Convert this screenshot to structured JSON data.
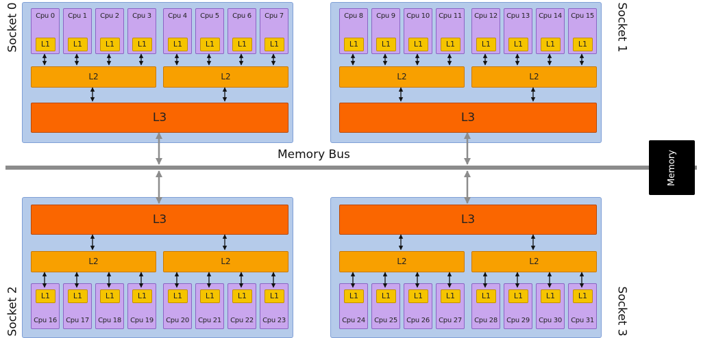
{
  "memory_bus_label": "Memory Bus",
  "memory_label": "Memory",
  "l1_label": "L1",
  "l2_label": "L2",
  "l3_label": "L3",
  "colors": {
    "socket_fill": "#b5cbea",
    "cpu_fill": "#c9a6ee",
    "l1_fill": "#f5c400",
    "l2_fill": "#f8a000",
    "l3_fill": "#fa6600",
    "bus": "#8c8c8c",
    "memory_fill": "#000000"
  },
  "sockets": [
    {
      "label": "Socket 0",
      "cpus": [
        "Cpu 0",
        "Cpu 1",
        "Cpu 2",
        "Cpu 3",
        "Cpu 4",
        "Cpu 5",
        "Cpu 6",
        "Cpu 7"
      ]
    },
    {
      "label": "Socket 1",
      "cpus": [
        "Cpu 8",
        "Cpu 9",
        "Cpu 10",
        "Cpu 11",
        "Cpu 12",
        "Cpu 13",
        "Cpu 14",
        "Cpu 15"
      ]
    },
    {
      "label": "Socket 2",
      "cpus": [
        "Cpu 16",
        "Cpu 17",
        "Cpu 18",
        "Cpu 19",
        "Cpu 20",
        "Cpu 21",
        "Cpu 22",
        "Cpu 23"
      ]
    },
    {
      "label": "Socket 3",
      "cpus": [
        "Cpu 24",
        "Cpu 25",
        "Cpu 26",
        "Cpu 27",
        "Cpu 28",
        "Cpu 29",
        "Cpu 30",
        "Cpu 31"
      ]
    }
  ]
}
